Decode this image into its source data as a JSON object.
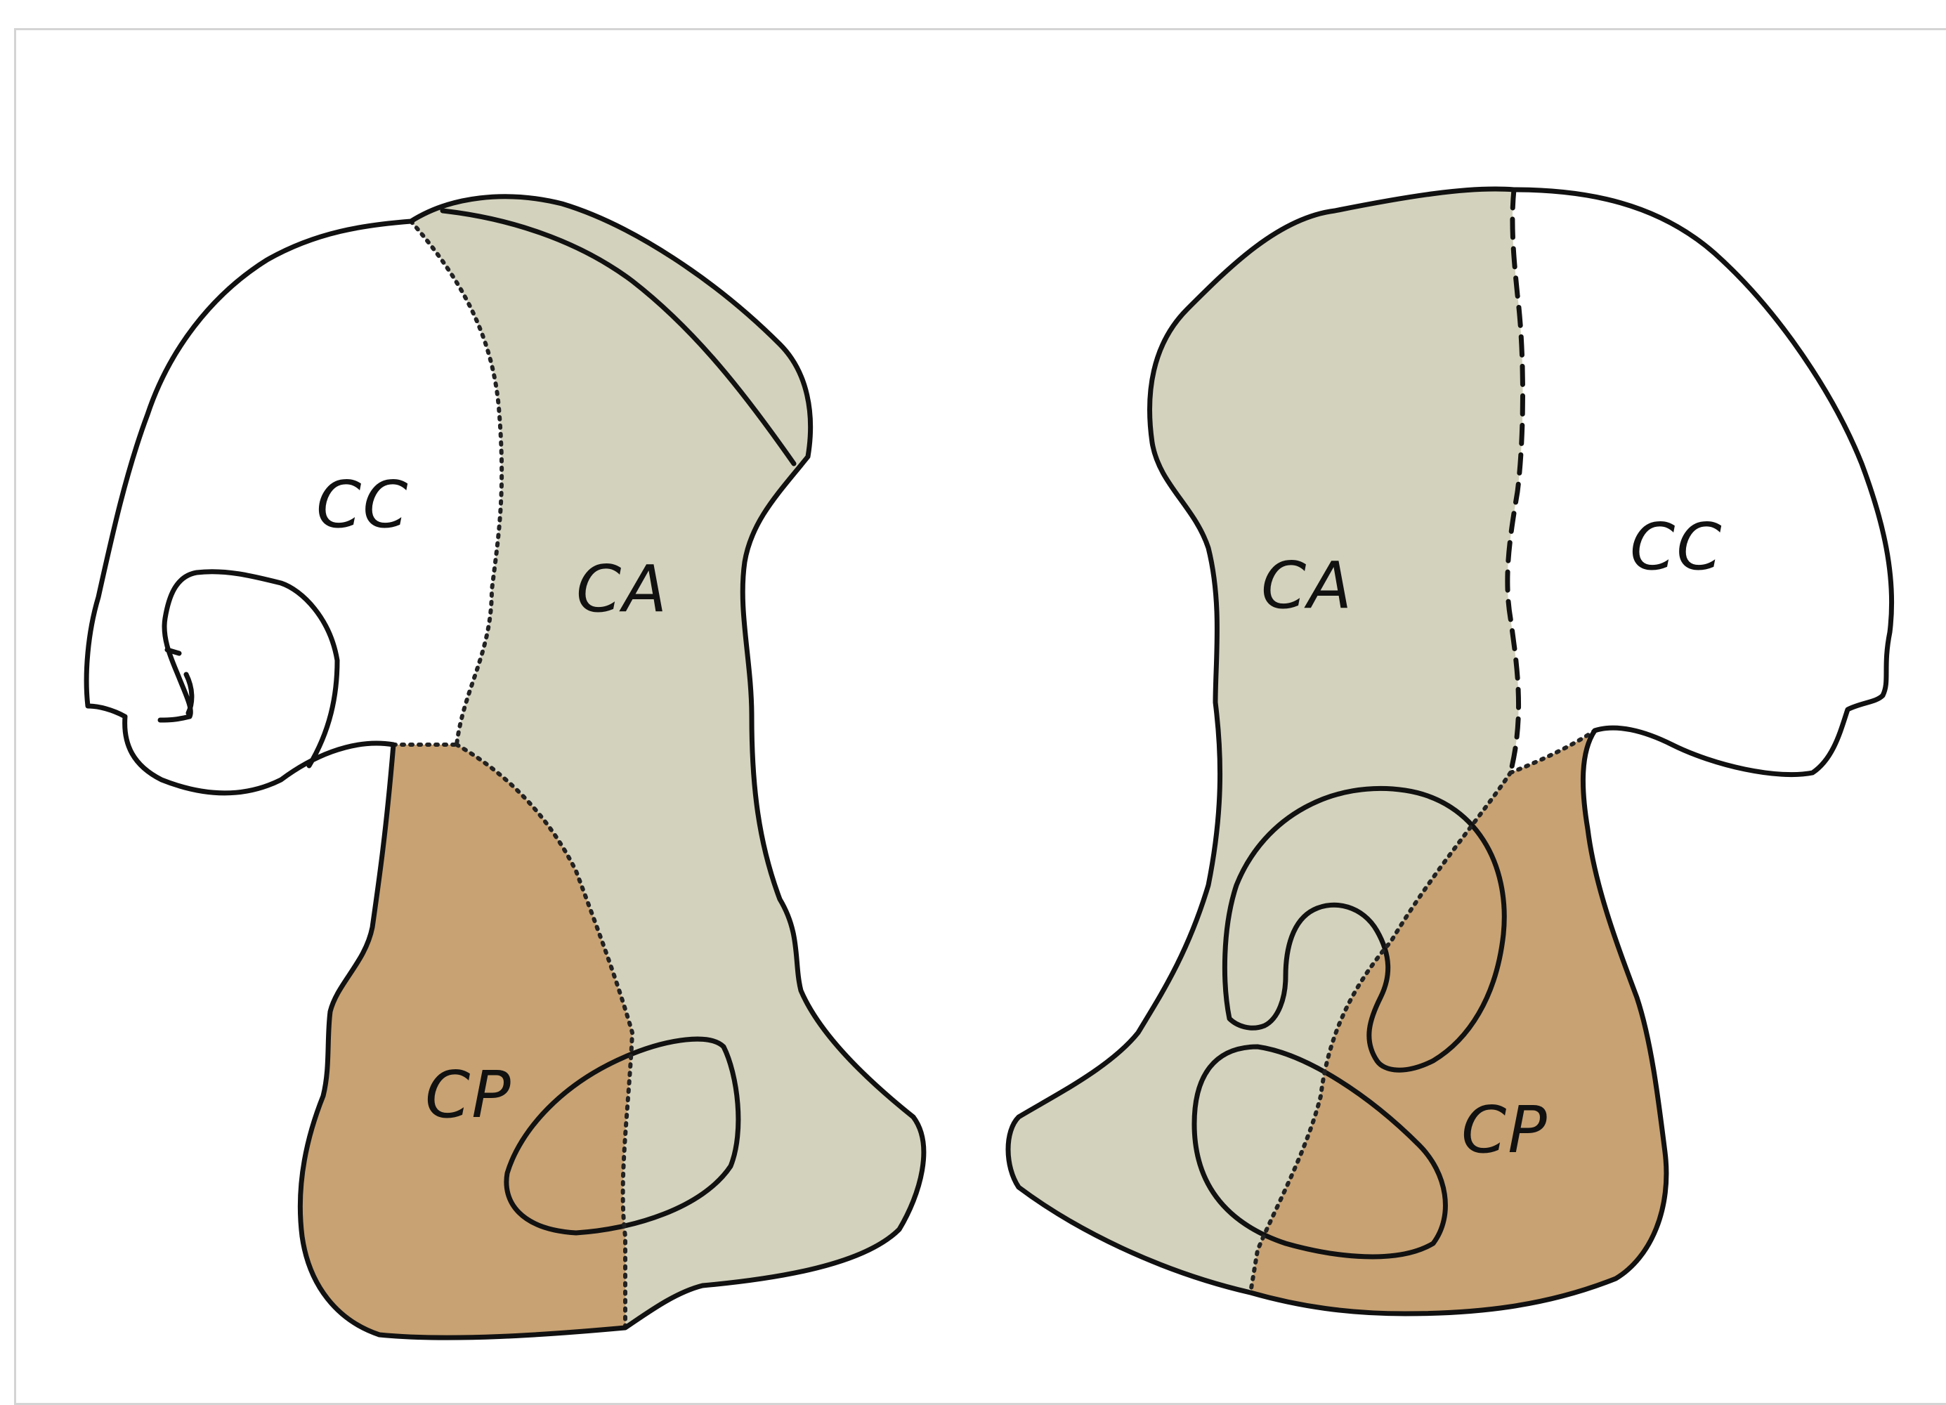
{
  "colors": {
    "background": "#ffffff",
    "outline": "#111111",
    "cc_region": "#ffffff",
    "ca_region": "#d3d2bd",
    "cp_region": "#c8a273"
  },
  "left_figure": {
    "label_cc": "CC",
    "label_ca": "CA",
    "label_cp": "CP"
  },
  "right_figure": {
    "label_cc": "CC",
    "label_ca": "CA",
    "label_cp": "CP"
  }
}
